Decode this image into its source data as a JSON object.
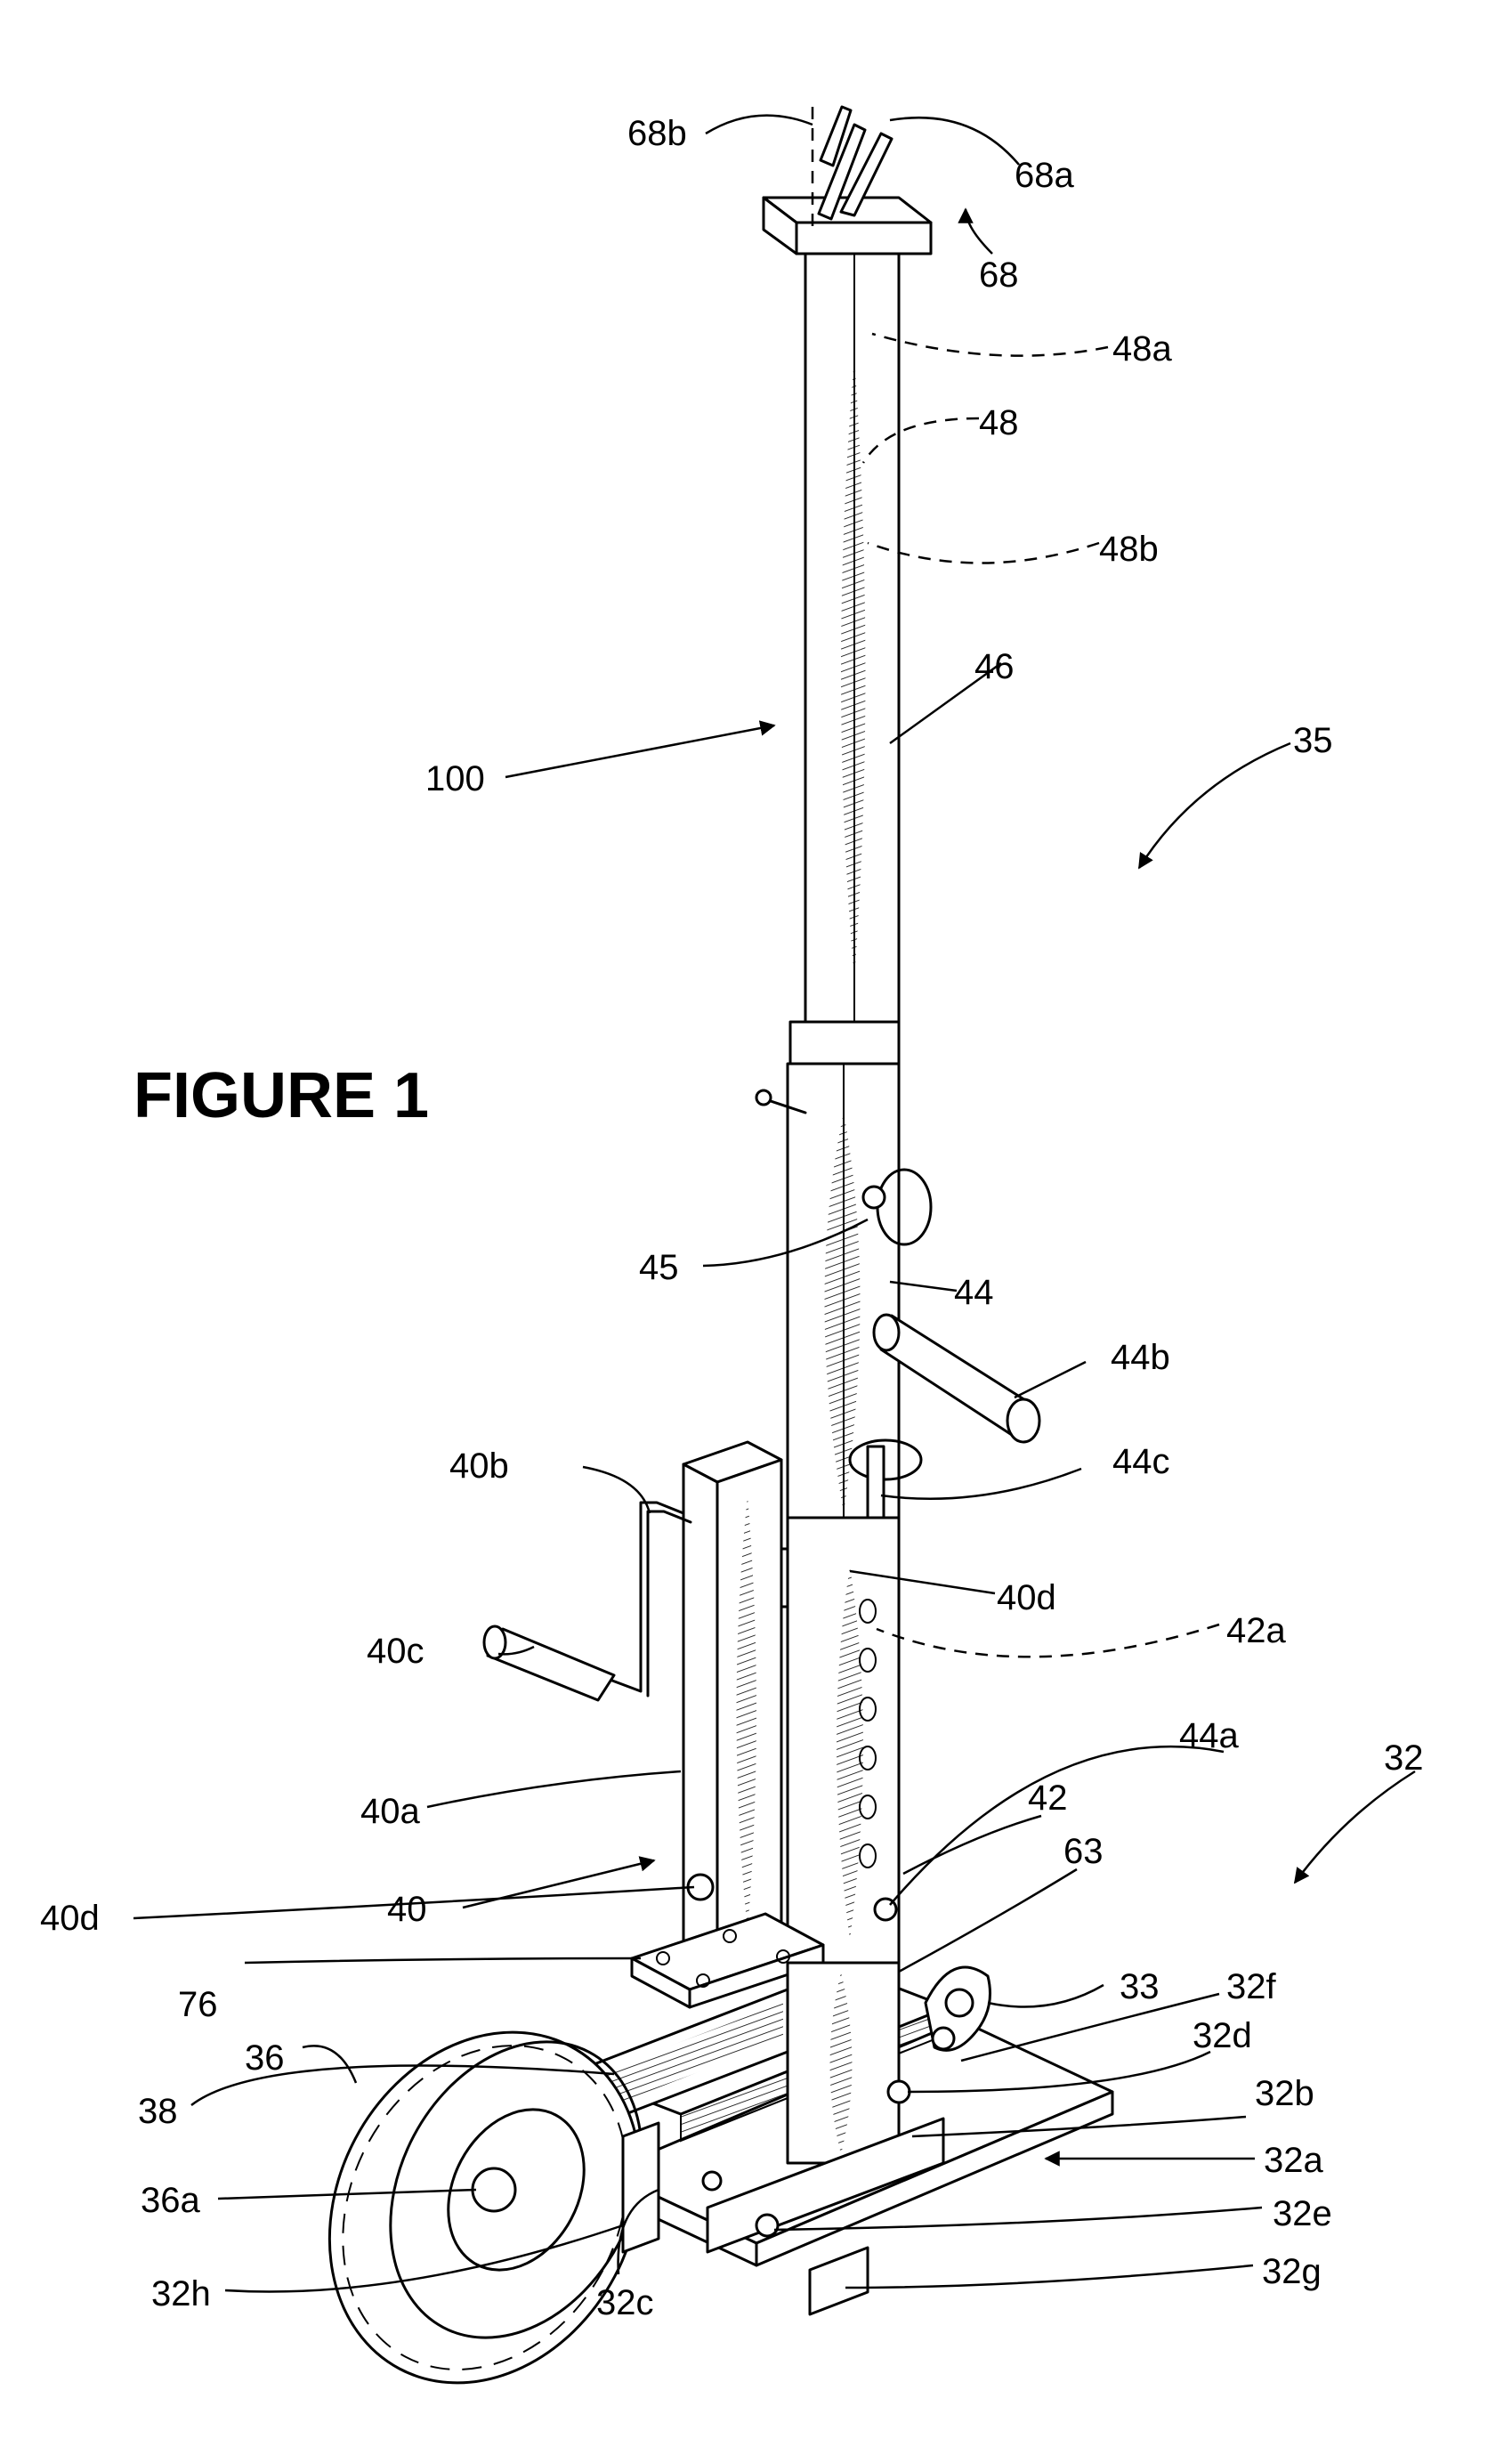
{
  "figure": {
    "title": "FIGURE 1"
  },
  "labels": [
    {
      "id": "68b",
      "text": "68b"
    },
    {
      "id": "68a",
      "text": "68a"
    },
    {
      "id": "68",
      "text": "68"
    },
    {
      "id": "48a",
      "text": "48a"
    },
    {
      "id": "48",
      "text": "48"
    },
    {
      "id": "48b",
      "text": "48b"
    },
    {
      "id": "46",
      "text": "46"
    },
    {
      "id": "100",
      "text": "100"
    },
    {
      "id": "35",
      "text": "35"
    },
    {
      "id": "45",
      "text": "45"
    },
    {
      "id": "44",
      "text": "44"
    },
    {
      "id": "44b",
      "text": "44b"
    },
    {
      "id": "40b",
      "text": "40b"
    },
    {
      "id": "44c",
      "text": "44c"
    },
    {
      "id": "40d_top",
      "text": "40d"
    },
    {
      "id": "40c",
      "text": "40c"
    },
    {
      "id": "42a",
      "text": "42a"
    },
    {
      "id": "44a",
      "text": "44a"
    },
    {
      "id": "32",
      "text": "32"
    },
    {
      "id": "40a",
      "text": "40a"
    },
    {
      "id": "42",
      "text": "42"
    },
    {
      "id": "63",
      "text": "63"
    },
    {
      "id": "40",
      "text": "40"
    },
    {
      "id": "40d_bottom",
      "text": "40d"
    },
    {
      "id": "33",
      "text": "33"
    },
    {
      "id": "32f",
      "text": "32f"
    },
    {
      "id": "76",
      "text": "76"
    },
    {
      "id": "32d",
      "text": "32d"
    },
    {
      "id": "38",
      "text": "38"
    },
    {
      "id": "36",
      "text": "36"
    },
    {
      "id": "32b",
      "text": "32b"
    },
    {
      "id": "32a",
      "text": "32a"
    },
    {
      "id": "32e",
      "text": "32e"
    },
    {
      "id": "36a",
      "text": "36a"
    },
    {
      "id": "32g",
      "text": "32g"
    },
    {
      "id": "32h",
      "text": "32h"
    },
    {
      "id": "32c",
      "text": "32c"
    }
  ]
}
